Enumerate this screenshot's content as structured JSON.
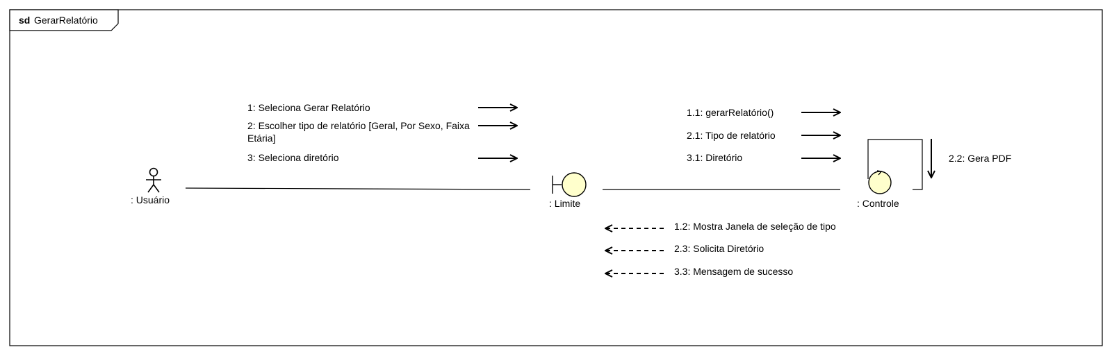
{
  "frame": {
    "keyword": "sd",
    "name": "GerarRelatório"
  },
  "lifelines": {
    "actor": {
      "name": ": Usuário",
      "icon": "actor-stick-figure-icon"
    },
    "boundary": {
      "name": ": Limite",
      "icon": "boundary-icon"
    },
    "control": {
      "name": ": Controle",
      "icon": "control-icon"
    }
  },
  "messages": {
    "actor_to_boundary": [
      {
        "label": "1: Seleciona Gerar Relatório"
      },
      {
        "label": "2: Escolher tipo de relatório [Geral, Por Sexo, Faixa Etária]"
      },
      {
        "label": "3: Seleciona diretório"
      }
    ],
    "boundary_to_control": [
      {
        "label": "1.1: gerarRelatório()"
      },
      {
        "label": "2.1: Tipo de relatório"
      },
      {
        "label": "3.1: Diretório"
      }
    ],
    "control_self": [
      {
        "label": "2.2: Gera PDF"
      }
    ],
    "control_to_boundary_return": [
      {
        "label": "1.2: Mostra Janela de seleção de tipo"
      },
      {
        "label": "2.3: Solicita Diretório"
      },
      {
        "label": "3.3: Mensagem de sucesso"
      }
    ]
  },
  "colors": {
    "element_fill": "#FFFFCC",
    "stroke": "#000000",
    "background": "#FFFFFF"
  }
}
